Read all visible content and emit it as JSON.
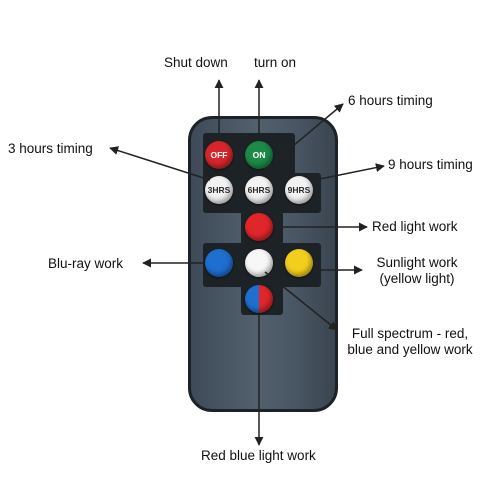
{
  "labels": {
    "shut_down": "Shut down",
    "turn_on": "turn on",
    "six_hours": "6 hours timing",
    "three_hours": "3 hours timing",
    "nine_hours": "9 hours timing",
    "red_light": "Red light work",
    "blu_ray": "Blu-ray work",
    "sunlight_line1": "Sunlight work",
    "sunlight_line2": "(yellow light)",
    "full_spectrum_line1": "Full spectrum - red,",
    "full_spectrum_line2": "blue and yellow work",
    "red_blue": "Red blue light work"
  },
  "buttons": {
    "off": "OFF",
    "on": "ON",
    "hrs3": "3HRS",
    "hrs6": "6HRS",
    "hrs9": "9HRS"
  },
  "colors": {
    "off_button": "#d6262b",
    "on_button": "#1d8a47",
    "timer_button": "#f2f2f2",
    "red_button": "#e0262a",
    "blue_button": "#1f6fd0",
    "white_button": "#f7f7f7",
    "yellow_button": "#f2cf1d",
    "arrow": "#222222"
  }
}
